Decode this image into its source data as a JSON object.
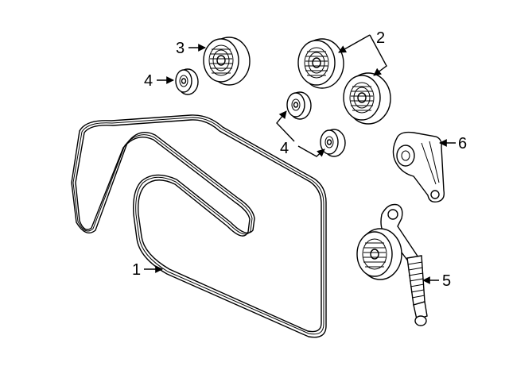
{
  "diagram": {
    "callouts": [
      {
        "id": "c1",
        "label": "1",
        "part": "serpentine-belts"
      },
      {
        "id": "c2",
        "label": "2",
        "part": "idler-pulleys"
      },
      {
        "id": "c3",
        "label": "3",
        "part": "large-idler-pulley"
      },
      {
        "id": "c4a",
        "label": "4",
        "part": "small-pulley"
      },
      {
        "id": "c4b",
        "label": "4",
        "part": "small-pulleys"
      },
      {
        "id": "c5",
        "label": "5",
        "part": "belt-tensioner"
      },
      {
        "id": "c6",
        "label": "6",
        "part": "tensioner-bracket"
      }
    ]
  }
}
